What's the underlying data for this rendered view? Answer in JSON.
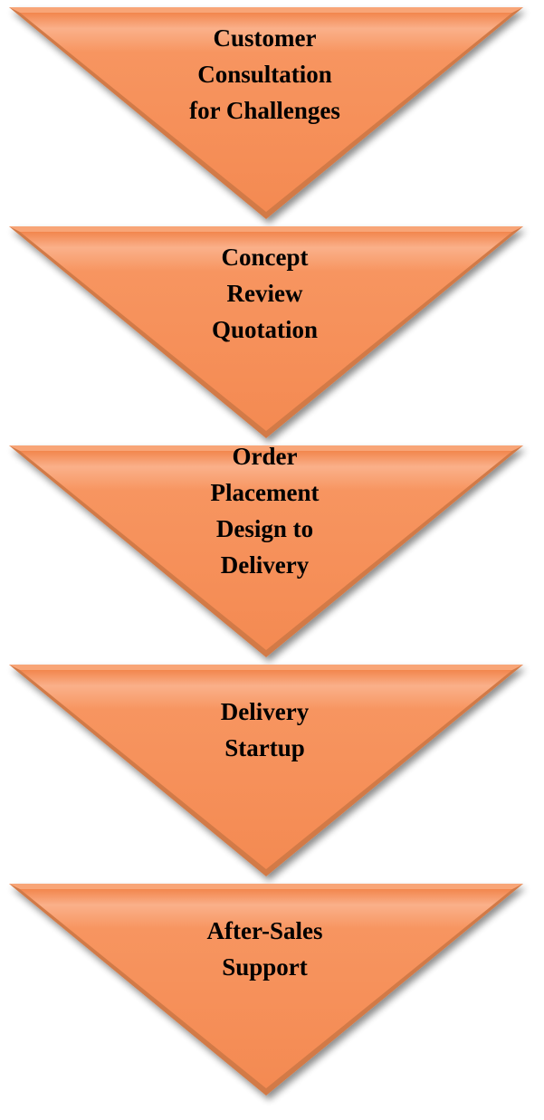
{
  "colors": {
    "fill": "#F79560",
    "fill_light": "#FAB38A",
    "edge": "#C87342",
    "text": "#000000"
  },
  "steps": [
    {
      "lines": [
        "Customer",
        "Consultation",
        "for Challenges"
      ]
    },
    {
      "lines": [
        "Concept",
        "Review",
        "Quotation"
      ]
    },
    {
      "lines": [
        "Order",
        "Placement",
        "Design to",
        "Delivery"
      ]
    },
    {
      "lines": [
        "Delivery",
        "Startup"
      ]
    },
    {
      "lines": [
        "After-Sales",
        "Support"
      ]
    }
  ]
}
